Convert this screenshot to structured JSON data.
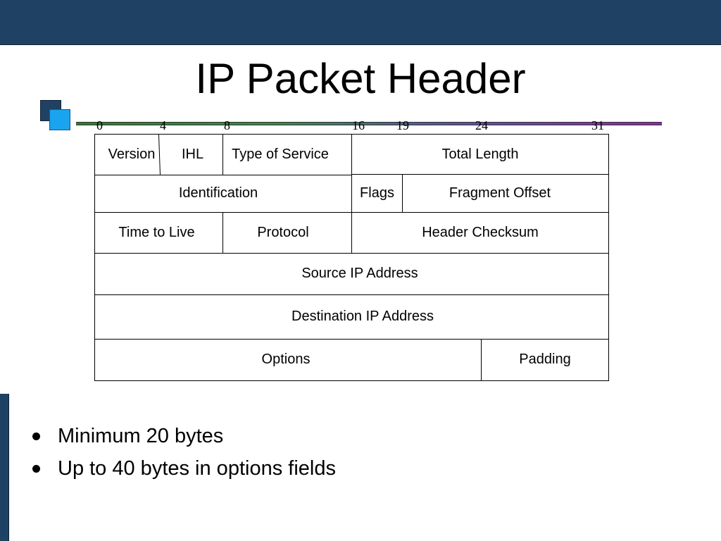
{
  "slide": {
    "title": "IP Packet Header"
  },
  "bit_positions": [
    "0",
    "4",
    "8",
    "16",
    "19",
    "24",
    "31"
  ],
  "header_fields": {
    "version": "Version",
    "ihl": "IHL",
    "type_of_service": "Type of Service",
    "total_length": "Total Length",
    "identification": "Identification",
    "flags": "Flags",
    "fragment_offset": "Fragment Offset",
    "time_to_live": "Time to Live",
    "protocol": "Protocol",
    "header_checksum": "Header Checksum",
    "source_ip": "Source IP Address",
    "destination_ip": "Destination IP Address",
    "options": "Options",
    "padding": "Padding"
  },
  "bullets": [
    "Minimum  20 bytes",
    "Up to 40 bytes in options fields"
  ],
  "colors": {
    "theme_dark": "#1f4264",
    "theme_light": "#1aa3ee",
    "rule_start": "#2e7d32",
    "rule_end": "#8e2aa8"
  }
}
